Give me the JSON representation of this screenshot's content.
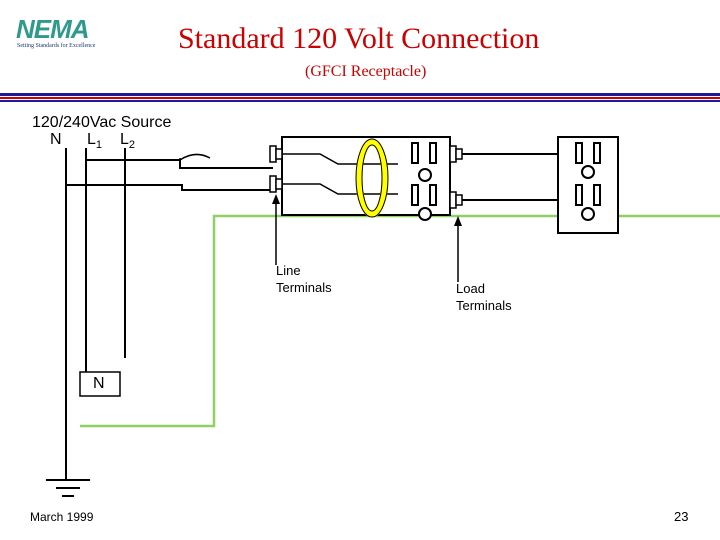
{
  "header": {
    "logo_text": "NEMA",
    "logo_tagline": "Setting Standards for Excellence",
    "title": "Standard 120 Volt Connection",
    "subtitle": "(GFCI Receptacle)"
  },
  "diagram": {
    "source_label": "120/240Vac Source",
    "neutral_label": "N",
    "line1_label": "L",
    "line1_sub": "1",
    "line2_label": "L",
    "line2_sub": "2",
    "line_terminals_label_1": "Line",
    "line_terminals_label_2": "Terminals",
    "load_terminals_label_1": "Load",
    "load_terminals_label_2": "Terminals",
    "neutral_bar_label": "N",
    "colors": {
      "ground_wire": "#90d060",
      "sensor_ring": "#ffff00",
      "header_rule_blue": "#1a1a9a",
      "header_rule_red": "#cc0000"
    }
  },
  "footer": {
    "date": "March 1999",
    "page_number": "23"
  }
}
